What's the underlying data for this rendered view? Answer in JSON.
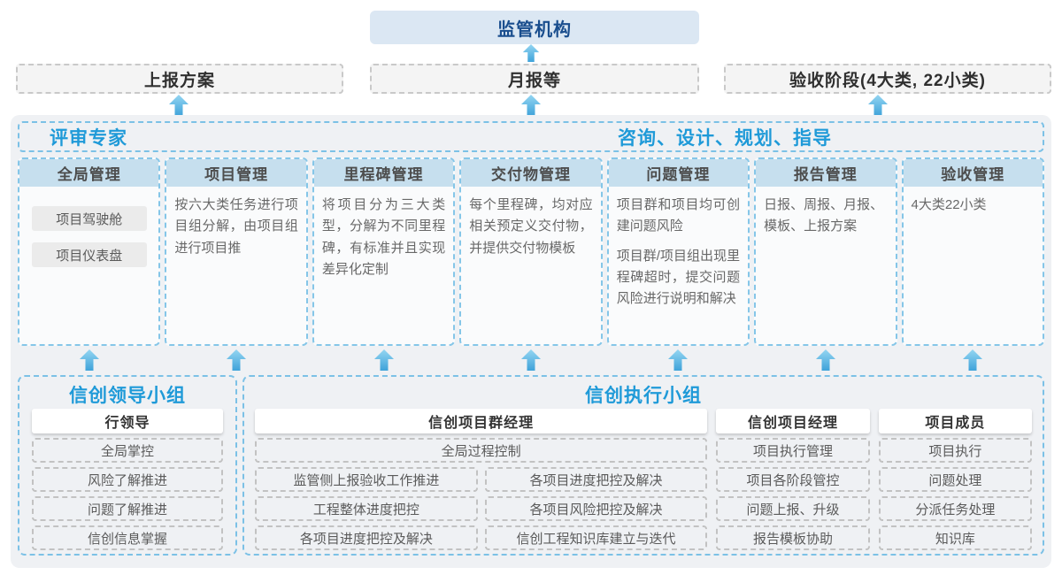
{
  "top": {
    "regulator": "监管机构"
  },
  "outputs": [
    {
      "label": "上报方案"
    },
    {
      "label": "月报等"
    },
    {
      "label": "验收阶段(4大类, 22小类)"
    }
  ],
  "platform": {
    "expert_label": "评审专家",
    "consult_label": "咨询、设计、规划、指导",
    "columns": [
      {
        "title": "全局管理",
        "chips": [
          "项目驾驶舱",
          "项目仪表盘"
        ]
      },
      {
        "title": "项目管理",
        "paragraphs": [
          "按六大类任务进行项目组分解，由项目组进行项目推"
        ]
      },
      {
        "title": "里程碑管理",
        "paragraphs": [
          "将项目分为三大类型，分解为不同里程碑，有标准并且实现差异化定制"
        ]
      },
      {
        "title": "交付物管理",
        "paragraphs": [
          "每个里程碑，均对应相关预定义交付物，并提供交付物模板"
        ]
      },
      {
        "title": "问题管理",
        "paragraphs": [
          "项目群和项目均可创建问题风险",
          "项目群/项目组出现里程碑超时，提交问题风险进行说明和解决"
        ]
      },
      {
        "title": "报告管理",
        "paragraphs": [
          "日报、周报、月报、模板、上报方案"
        ]
      },
      {
        "title": "验收管理",
        "paragraphs": [
          "4大类22小类"
        ]
      }
    ]
  },
  "teams": {
    "leader": {
      "title": "信创领导小组",
      "role": "行领导",
      "tasks": [
        "全局掌控",
        "风险了解推进",
        "问题了解推进",
        "信创信息掌握"
      ]
    },
    "exec": {
      "title": "信创执行小组",
      "group_manager": {
        "role": "信创项目群经理",
        "task_full": "全局过程控制",
        "tasks_left": [
          "监管侧上报验收工作推进",
          "工程整体进度把控",
          "各项目进度把控及解决"
        ],
        "tasks_right": [
          "各项目进度把控及解决",
          "各项目风险把控及解决",
          "信创工程知识库建立与迭代"
        ]
      },
      "project_manager": {
        "role": "信创项目经理",
        "tasks": [
          "项目执行管理",
          "项目各阶段管控",
          "问题上报、升级",
          "报告模板协助"
        ]
      },
      "member": {
        "role": "项目成员",
        "tasks": [
          "项目执行",
          "问题处理",
          "分派任务处理",
          "知识库"
        ]
      }
    }
  },
  "colors": {
    "accent_blue": "#1f9ad8",
    "navy_text": "#1a4e8e",
    "regulator_bg": "#dbe7f3",
    "panel_bg": "#eff1f4",
    "column_header_bg": "#c6dfee",
    "dashed_blue_border": "#7cc1e6",
    "arrow_blue": "#41a5dc"
  }
}
